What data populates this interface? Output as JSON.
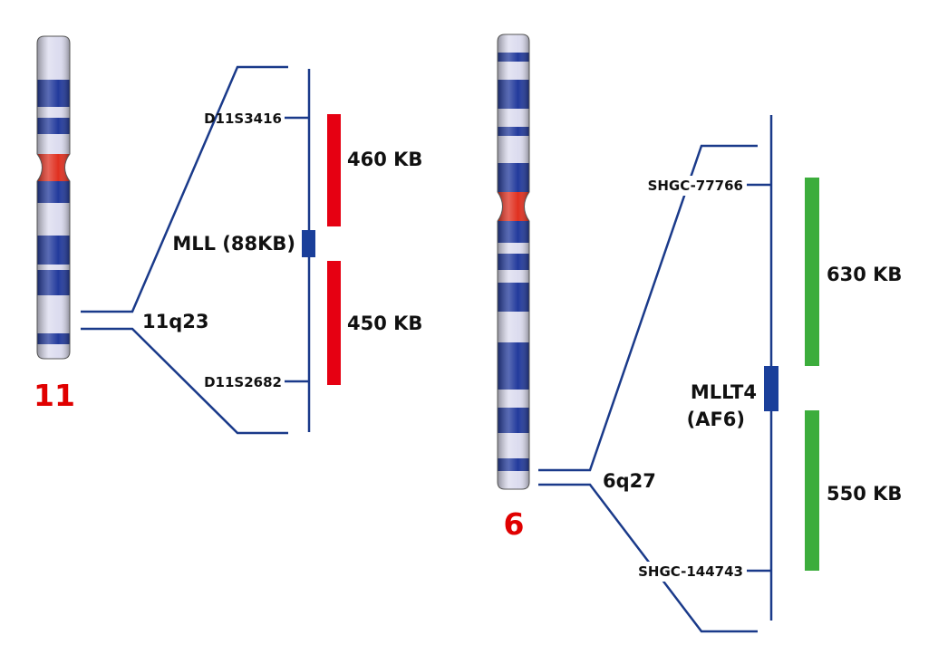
{
  "colors": {
    "line": "#1a3a8a",
    "band_dark": "#223a9c",
    "band_light": "#dcdcef",
    "centromere": "#e03020",
    "chr_label": "#e00000",
    "seg_red": "#e60012",
    "seg_green": "#3cad3c",
    "gene_box": "#1a3f9a"
  },
  "chromosome11": {
    "number": "11",
    "band": "11q23",
    "marker_top": "D11S3416",
    "marker_bottom": "D11S2682",
    "gene": "MLL (88KB)",
    "segment_top": "460 KB",
    "segment_bottom": "450 KB"
  },
  "chromosome6": {
    "number": "6",
    "band": "6q27",
    "marker_top": "SHGC-77766",
    "marker_bottom": "SHGC-144743",
    "gene_line1": "MLLT4",
    "gene_line2": "(AF6)",
    "segment_top": "630 KB",
    "segment_bottom": "550 KB"
  }
}
